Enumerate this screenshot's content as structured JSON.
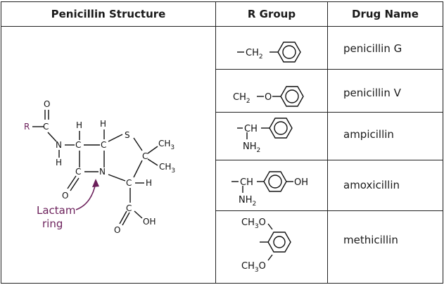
{
  "table": {
    "headers": {
      "structure": "Penicillin Structure",
      "r_group": "R Group",
      "drug_name": "Drug Name"
    },
    "structure": {
      "labels": {
        "r": "R",
        "c": "C",
        "o": "O",
        "n": "N",
        "h": "H",
        "s": "S",
        "ch3": "CH",
        "sub3": "3",
        "oh": "OH"
      },
      "annotation_line1": "Lactam",
      "annotation_line2": "ring",
      "annotation_color": "#6b1f5a"
    },
    "rows": [
      {
        "drug": "penicillin G",
        "r_group": {
          "a": "CH",
          "a_sub": "2"
        }
      },
      {
        "drug": "penicillin V",
        "r_group": {
          "a": "CH",
          "a_sub": "2",
          "b": "O"
        }
      },
      {
        "drug": "ampicillin",
        "r_group": {
          "a": "CH",
          "b": "NH",
          "b_sub": "2"
        }
      },
      {
        "drug": "amoxicillin",
        "r_group": {
          "a": "CH",
          "b": "NH",
          "b_sub": "2",
          "c": "OH"
        }
      },
      {
        "drug": "methicillin",
        "r_group": {
          "a": "CH",
          "a_sub": "3",
          "a_tail": "O",
          "b": "CH",
          "b_sub": "3",
          "b_tail": "O"
        }
      }
    ]
  }
}
